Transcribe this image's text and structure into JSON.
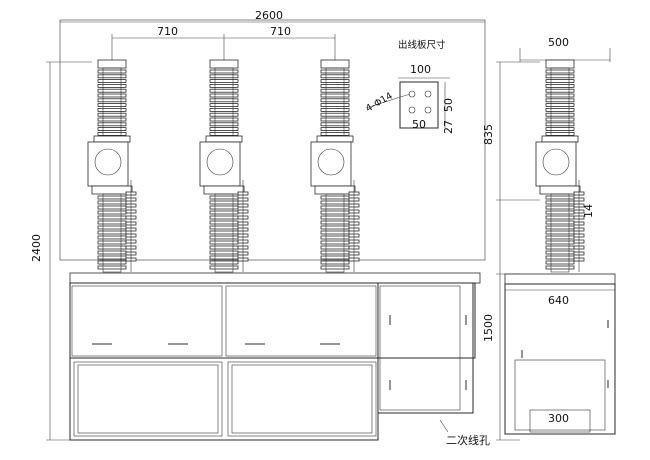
{
  "dimensions": {
    "total_width": "2600",
    "spacing_left": "710",
    "spacing_right": "710",
    "total_height": "2400",
    "height_lower": "1500",
    "side_height": "835",
    "side_width": "500",
    "cabinet_width": "640",
    "bottom_width": "300",
    "gap": "14"
  },
  "terminal_plate": {
    "title": "出线板尺寸",
    "width": "100",
    "hole": "4-Φ14",
    "height_a": "50",
    "width_b": "50",
    "height_b": "27"
  },
  "labels": {
    "cable_hole": "二次线孔"
  }
}
